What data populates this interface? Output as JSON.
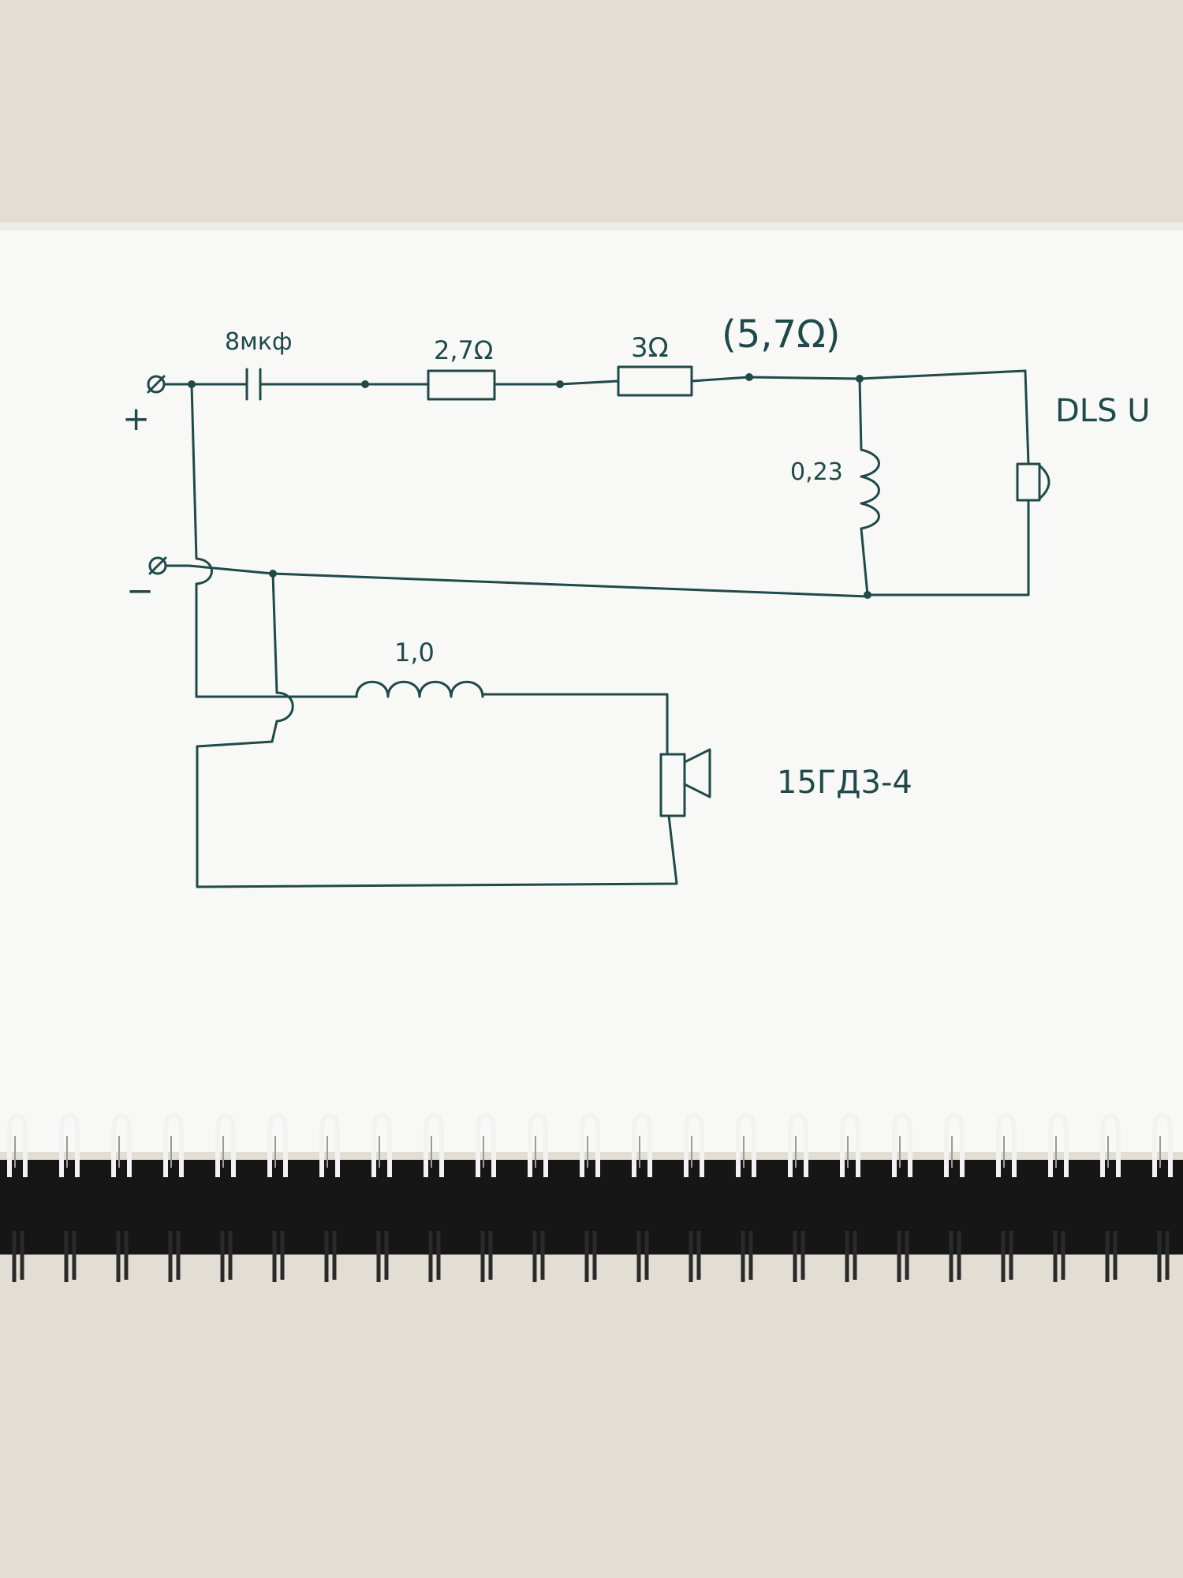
{
  "colors": {
    "ink": "#1f4a4a",
    "paper": "#f8f8f6",
    "surface": "#e2ded4",
    "binding_shadow": "#161616",
    "coil_wire": "#f2f2f2"
  },
  "diagram": {
    "type": "crossover-circuit-sketch",
    "terminals": {
      "plus": "+",
      "minus": "−"
    },
    "components": {
      "capacitor": "8мкф",
      "resistor_1": "2,7Ω",
      "resistor_2": "3Ω",
      "resistor_total": "(5,7Ω)",
      "tweeter_inductor": "0,23",
      "woofer_inductor": "1,0"
    },
    "speakers": {
      "tweeter": "DLS U",
      "woofer": "15ГД3-4"
    }
  }
}
